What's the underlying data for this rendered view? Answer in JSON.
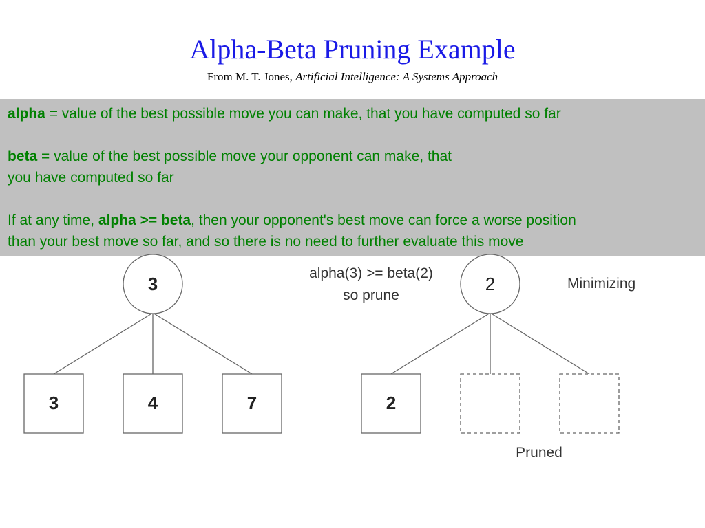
{
  "slide": {
    "title": "Alpha-Beta Pruning Example",
    "subtitle_prefix": "From M. T. Jones, ",
    "subtitle_book": "Artificial Intelligence:  A Systems Approach"
  },
  "definitions": {
    "alpha_term": "alpha",
    "alpha_text": " = value of the best possible move you can make, that you have computed so far",
    "beta_term": "beta",
    "beta_text_1": " = value of the best possible move your opponent can make, that",
    "beta_text_2": "you have computed so far",
    "rule_prefix": "If at any time, ",
    "rule_term": "alpha >= beta",
    "rule_text_1": ", then your opponent's best move can force a worse position",
    "rule_text_2": "than your best move so far, and so there is no need to further evaluate this move"
  },
  "diagram": {
    "left_tree": {
      "root": "3",
      "leaves": [
        "3",
        "4",
        "7"
      ]
    },
    "right_tree": {
      "root": "2",
      "leaves": [
        "2",
        "",
        ""
      ]
    },
    "prune_note_1": "alpha(3) >= beta(2)",
    "prune_note_2": "so prune",
    "minimizing_label": "Minimizing",
    "pruned_label": "Pruned"
  },
  "colors": {
    "title": "#1a1ae6",
    "definition_text": "#008000",
    "definition_background": "#c0c0c0"
  }
}
